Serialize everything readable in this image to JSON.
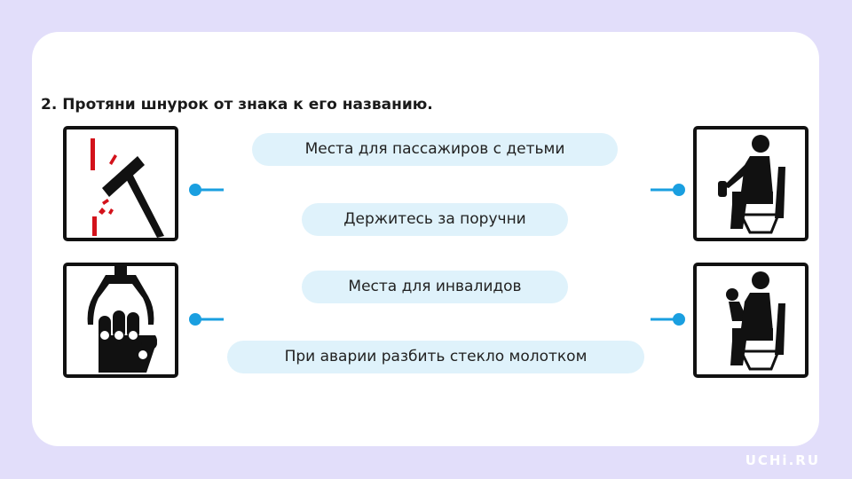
{
  "task": {
    "title": "2. Протяни шнурок от знака к его названию."
  },
  "options": [
    "Места для пассажиров с детьми",
    "Держитесь за поручни",
    "Места для инвалидов",
    "При аварии разбить стекло молотком"
  ],
  "signs": {
    "top_left": "hammer-break-glass-icon",
    "bottom_left": "handrail-hand-icon",
    "top_right": "seated-person-icon",
    "bottom_right": "seated-person-with-child-icon"
  },
  "colors": {
    "background": "#e2defa",
    "card": "#ffffff",
    "pill": "#dff2fb",
    "connector": "#1a9fe0",
    "accent_red": "#d3121b"
  },
  "brand": {
    "logo": "UCHi.RU"
  }
}
